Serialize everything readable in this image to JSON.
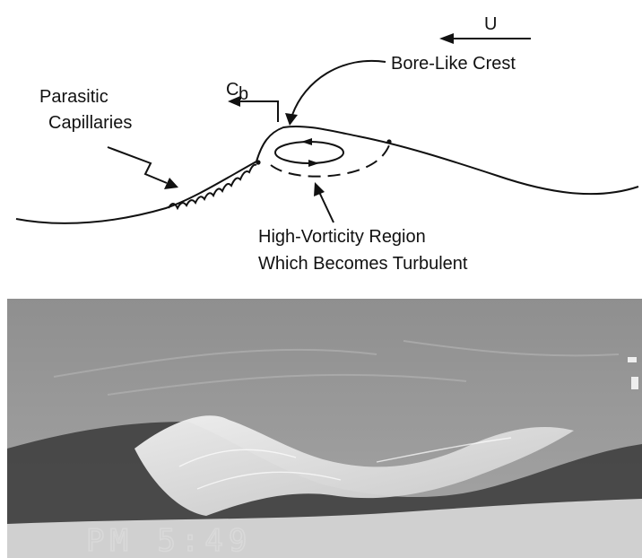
{
  "figure": {
    "labels": {
      "flow": "U",
      "crest": "Bore-Like Crest",
      "celerity_main": "C",
      "celerity_sub": "b",
      "capillaries_line1": "Parasitic",
      "capillaries_line2": "Capillaries",
      "vorticity_line1": "High-Vorticity Region",
      "vorticity_line2": "Which Becomes Turbulent"
    },
    "photo": {
      "timestamp": "PM 5:49"
    }
  }
}
